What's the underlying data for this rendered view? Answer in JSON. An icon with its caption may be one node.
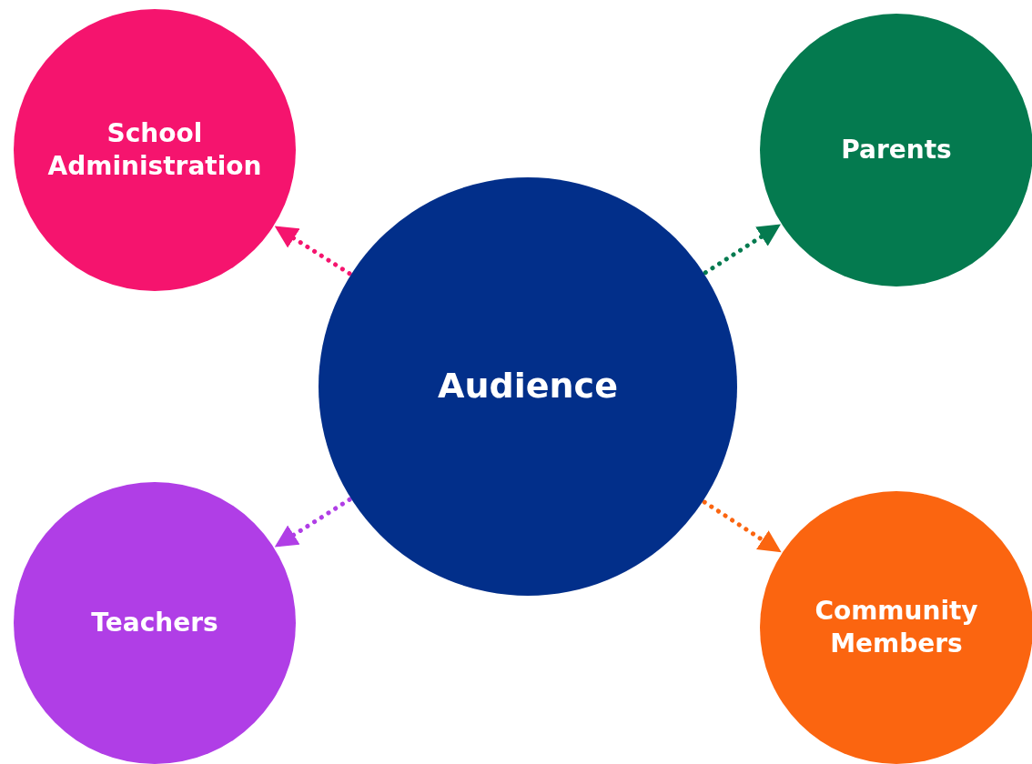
{
  "diagram": {
    "nodes": [
      {
        "text": [
          "School Administration"
        ]
      },
      {
        "text": [
          "Parents"
        ]
      },
      {
        "text": [
          "Audience"
        ]
      },
      {
        "text": [
          "Teachers"
        ]
      },
      {
        "text": [
          "Community Members"
        ]
      }
    ],
    "edges": [
      {
        "from": 2,
        "to": 0,
        "arrow": "to",
        "style": "dashed",
        "color": "#f5146e"
      },
      {
        "from": 2,
        "to": 1,
        "arrow": "to",
        "style": "dashed",
        "color": "#047a4f"
      },
      {
        "from": 2,
        "to": 3,
        "arrow": "to",
        "style": "dashed",
        "color": "#b03ee6"
      },
      {
        "from": 2,
        "to": 4,
        "arrow": "to",
        "style": "dashed",
        "color": "#fb6510"
      }
    ]
  }
}
